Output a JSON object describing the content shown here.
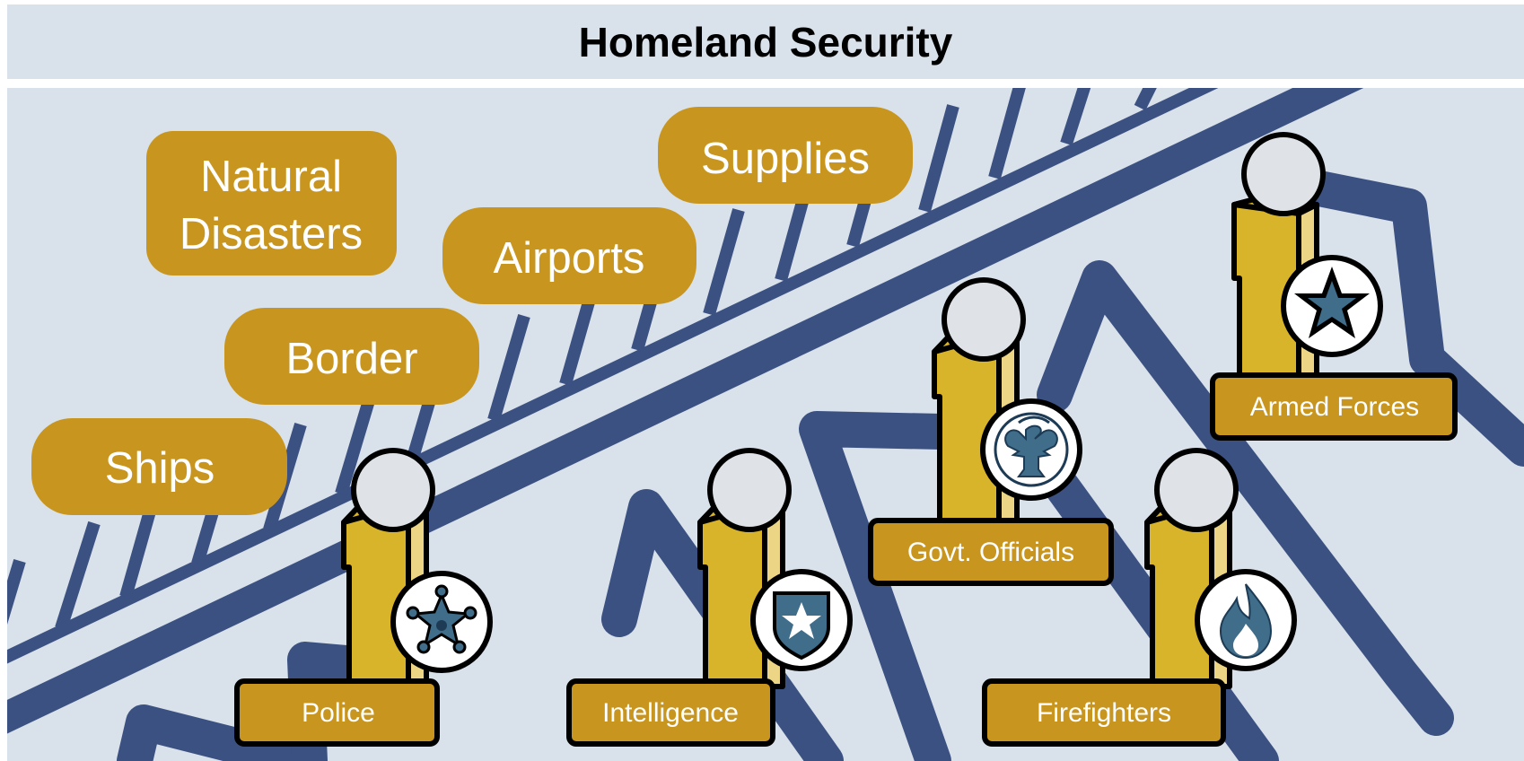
{
  "title": "Homeland Security",
  "threats": [
    {
      "id": "ships",
      "lines": [
        "Ships"
      ]
    },
    {
      "id": "border",
      "lines": [
        "Border"
      ]
    },
    {
      "id": "natural-disasters",
      "lines": [
        "Natural",
        "Disasters"
      ]
    },
    {
      "id": "airports",
      "lines": [
        "Airports"
      ]
    },
    {
      "id": "supplies",
      "lines": [
        "Supplies"
      ]
    }
  ],
  "roles": [
    {
      "id": "police",
      "label": "Police",
      "badge": "sheriff-star-icon"
    },
    {
      "id": "intelligence",
      "label": "Intelligence",
      "badge": "shield-star-icon"
    },
    {
      "id": "govt-officials",
      "label": "Govt. Officials",
      "badge": "eagle-seal-icon"
    },
    {
      "id": "firefighters",
      "label": "Firefighters",
      "badge": "flame-icon"
    },
    {
      "id": "armed-forces",
      "label": "Armed Forces",
      "badge": "military-star-icon"
    }
  ],
  "colors": {
    "background": "#d9e1eb",
    "track": "#3b5182",
    "threat_fill": "#c8961f",
    "figure_body": "#d8b42a",
    "figure_side": "#ecd585",
    "head": "#dfe3e8",
    "badge_blue": "#3f6d8a"
  }
}
